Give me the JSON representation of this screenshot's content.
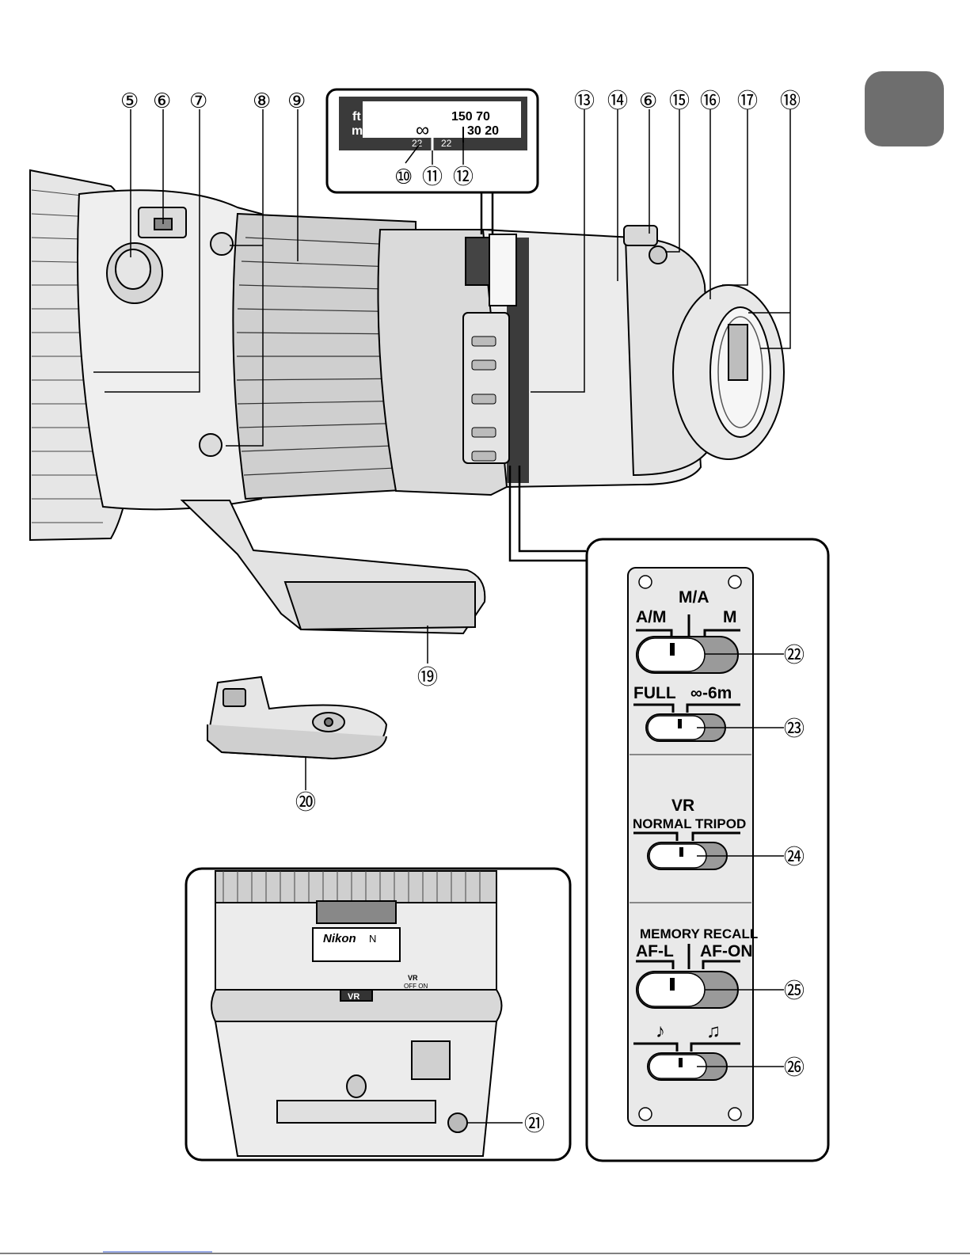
{
  "accent": {
    "tab_gray": "#6e6e6e",
    "panel_fill": "#e9e9e9",
    "scale_bg": "#3a3a3a"
  },
  "callouts": {
    "c5": "⑤",
    "c6a": "⑥",
    "c7": "⑦",
    "c8": "⑧",
    "c9": "⑨",
    "c10": "⑩",
    "c11": "⑪",
    "c12": "⑫",
    "c13": "⑬",
    "c14": "⑭",
    "c6b": "⑥",
    "c15": "⑮",
    "c16": "⑯",
    "c17": "⑰",
    "c18": "⑱",
    "c19": "⑲",
    "c20": "⑳",
    "c21": "㉑",
    "c22": "㉒",
    "c23": "㉓",
    "c24": "㉔",
    "c25": "㉕",
    "c26": "㉖"
  },
  "distance_scale": {
    "unit_ft": "ft",
    "unit_m": "m",
    "ft_values": "150  70",
    "m_values": "30 20",
    "infinity": "∞",
    "depth_marks_left": "22",
    "depth_marks_right": "22"
  },
  "switch_panel": {
    "focus_mode": {
      "left": "A/M",
      "center": "M/A",
      "right": "M"
    },
    "focus_limit": {
      "left": "FULL",
      "right": "∞-6m"
    },
    "vr": {
      "title": "VR",
      "left": "NORMAL",
      "right": "TRIPOD"
    },
    "memory": {
      "title": "MEMORY RECALL",
      "left": "AF-L",
      "right": "AF-ON"
    },
    "sound": {
      "left": "♪",
      "right": "♫"
    }
  },
  "lens_markings": {
    "brand": "Nikon",
    "n_badge": "N",
    "vr_badge": "VR",
    "vr_ring_label": "VR",
    "vr_ring_sub": "OFF ON"
  }
}
